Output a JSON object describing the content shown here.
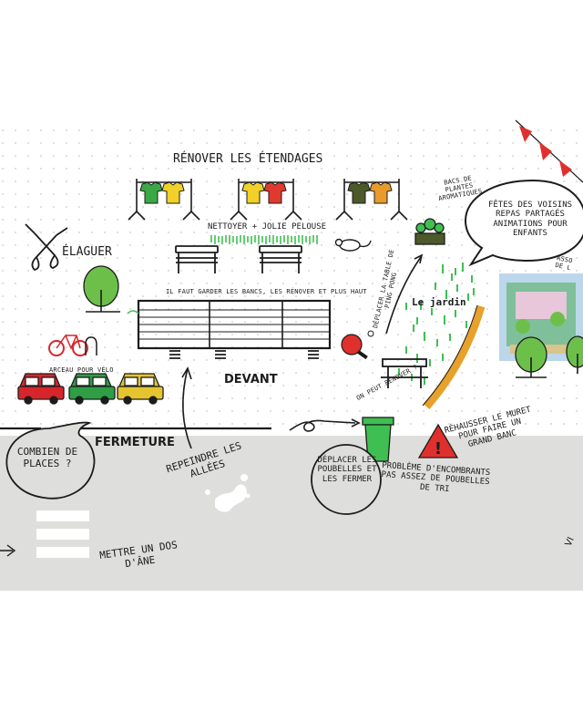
{
  "labels": {
    "renover_etendages": "RÉNOVER LES ÉTENDAGES",
    "elaguer": "ÉLAGUER",
    "nettoyer": "NETTOYER + JOLIE PELOUSE",
    "garder_bancs": "IL FAUT GARDER LES BANCS, LES RÉNOVER ET PLUS HAUT",
    "arceau_velo": "ARCEAU POUR VÉLO",
    "devant": "DEVANT",
    "bacs_plantes": "BACS DE PLANTES AROMATIQUES",
    "fetes_voisins": "FÊTES DES VOISINS REPAS PARTAGÉS ANIMATIONS POUR ENFANTS",
    "deplacer_ping_pong": "DÉPLACER LA TABLE DE PING PONG",
    "le_jardin": "Le jardin",
    "on_peut_renover": "ON PEUT RÉNOVER ?",
    "rehausser_muret": "RÉHAUSSER LE MURET POUR FAIRE UN GRAND BANC",
    "fermeture": "FERMETURE",
    "combien_places": "COMBIEN DE PLACES ?",
    "repeindre_allees": "REPEINDRE LES ALLÉES",
    "deplacer_poubelles": "DÉPLACER LES POUBELLES ET LES FERMER",
    "probleme_encombrants": "PROBLÈME D'ENCOMBRANTS PAS ASSEZ DE POUBELLES DE TRI",
    "mettre_dos_ane": "METTRE UN DOS D'ÂNE",
    "poster_fragment": "ASSO DE L"
  },
  "colors": {
    "dark_gray": "#1c1c1c",
    "street_gray": "#dededc",
    "tree_green": "#6cc04a",
    "grass_green": "#3fbf52",
    "car_red": "#d7262b",
    "car_green": "#2f9e45",
    "car_yellow": "#e5c52f",
    "path_orange": "#e8a12a",
    "ping_pong_red": "#e0302d",
    "warning_red": "#e0302d",
    "bunting_red": "#e0302d",
    "shirt_green": "#3aa845",
    "shirt_yellow": "#f1d127",
    "shirt_red": "#e03a2f",
    "shirt_orange": "#e89a2b"
  }
}
